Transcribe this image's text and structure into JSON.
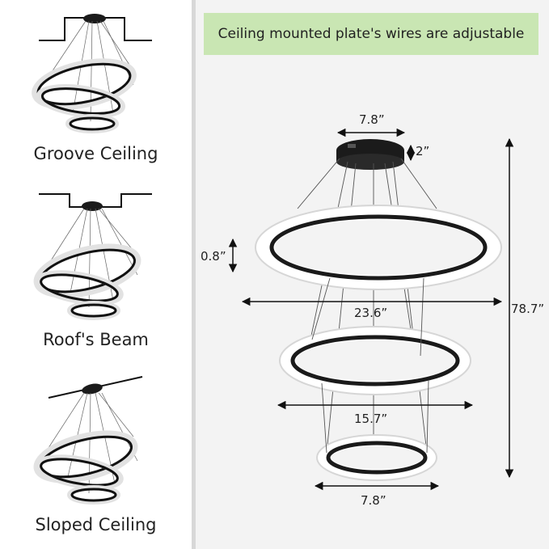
{
  "banner": {
    "text": "Ceiling mounted plate's wires are adjustable"
  },
  "mount_types": [
    {
      "label": "Groove Ceiling"
    },
    {
      "label": "Roof's Beam"
    },
    {
      "label": "Sloped Ceiling"
    }
  ],
  "dimensions": {
    "canopy_width": "7.8”",
    "canopy_height": "2”",
    "ring_thickness": "0.8”",
    "large_ring": "23.6”",
    "medium_ring": "15.7”",
    "small_ring": "7.8”",
    "total_height": "78.7”"
  },
  "colors": {
    "banner": "#c9e6b3",
    "ring_dark": "#1a1a1a",
    "canopy": "#1b1b1b"
  }
}
